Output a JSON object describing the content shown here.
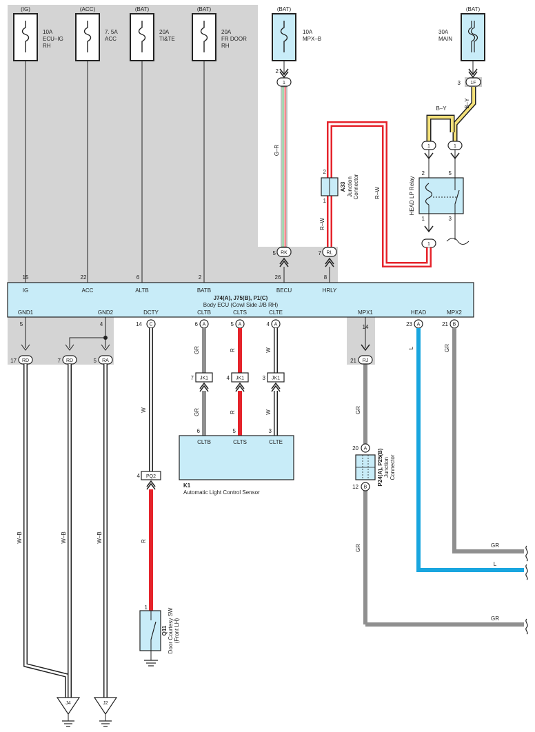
{
  "colors": {
    "shade": "#d4d4d4",
    "box_fill": "#c8ecf8",
    "red": "#e5232b",
    "blue": "#19a6df",
    "gray": "#8f8f8f",
    "yellow": "#f4e17a",
    "green": "#2ea34a"
  },
  "fuses": [
    {
      "source": "(IG)",
      "amp": "10A",
      "name": "ECU–IG",
      "name2": "RH"
    },
    {
      "source": "(ACC)",
      "amp": "7. 5A",
      "name": "ACC",
      "name2": ""
    },
    {
      "source": "(BAT)",
      "amp": "20A",
      "name": "TI&TE",
      "name2": ""
    },
    {
      "source": "(BAT)",
      "amp": "20A",
      "name": "FR DOOR",
      "name2": "RH"
    },
    {
      "source": "(BAT)",
      "amp": "10A",
      "name": "MPX–B",
      "name2": ""
    },
    {
      "source": "(BAT)",
      "amp": "30A",
      "name": "MAIN",
      "name2": ""
    }
  ],
  "ecu": {
    "title": "J74(A), J75(B), P1(C)",
    "subtitle": "Body ECU (Cowl Side J/B RH)",
    "top_terminals": [
      {
        "label": "IG",
        "pin": "15"
      },
      {
        "label": "ACC",
        "pin": "22"
      },
      {
        "label": "ALTB",
        "pin": "6"
      },
      {
        "label": "BATB",
        "pin": "2"
      },
      {
        "label": "BECU",
        "pin": "26"
      },
      {
        "label": "HRLY",
        "pin": "8"
      }
    ],
    "bottom_terminals": [
      {
        "label": "GND1",
        "pin": "5",
        "conn": ""
      },
      {
        "label": "GND2",
        "pin": "4",
        "conn": ""
      },
      {
        "label": "DCTY",
        "pin": "14",
        "conn": "C"
      },
      {
        "label": "CLTB",
        "pin": "6",
        "conn": "A"
      },
      {
        "label": "CLTS",
        "pin": "5",
        "conn": "A"
      },
      {
        "label": "CLTE",
        "pin": "4",
        "conn": "A"
      },
      {
        "label": "MPX1",
        "pin": "14",
        "conn": ""
      },
      {
        "label": "HEAD",
        "pin": "23",
        "conn": "A"
      },
      {
        "label": "MPX2",
        "pin": "21",
        "conn": "B"
      }
    ]
  },
  "connectors": {
    "c1_fuse5": {
      "pin": "2",
      "id": "1"
    },
    "c1f": {
      "pin": "3",
      "id": "1F"
    },
    "relay_in1": {
      "pin": "",
      "id": "1"
    },
    "relay_in2": {
      "pin": "",
      "id": "1"
    },
    "relay_out": {
      "pin": "",
      "id": "1"
    },
    "rk": {
      "pin": "5",
      "id": "RK"
    },
    "rl": {
      "pin": "7",
      "id": "RL"
    },
    "rd1": {
      "pin": "17",
      "id": "RD"
    },
    "rd2": {
      "pin": "7",
      "id": "RD"
    },
    "ra": {
      "pin": "5",
      "id": "RA"
    },
    "rj": {
      "pin": "21",
      "id": "RJ"
    },
    "pq2": {
      "pin": "4",
      "id": "PQ2"
    },
    "jk1a": {
      "pin": "7",
      "id": "JK1"
    },
    "jk1b": {
      "pin": "4",
      "id": "JK1"
    },
    "jk1c": {
      "pin": "3",
      "id": "JK1"
    },
    "p24_top": {
      "pin": "20",
      "id": "A"
    },
    "p24_bot": {
      "pin": "12",
      "id": "B"
    }
  },
  "wires": {
    "g_r": "G–R",
    "r_w1": "R–W",
    "r_w2": "R–W",
    "b_y1": "B–Y",
    "b_y2": "B–Y",
    "gr_cltb1": "GR",
    "gr_cltb2": "GR",
    "r_clts1": "R",
    "r_clts2": "R",
    "w_clte1": "W",
    "w_clte2": "W",
    "w_dcty": "W",
    "r_dcty": "R",
    "wb1": "W–B",
    "wb2": "W–B",
    "wb3": "W–B",
    "l_head": "L",
    "gr_mpx2": "GR",
    "gr_mpx1a": "GR",
    "gr_mpx1b": "GR",
    "out_gr1": "GR",
    "out_l": "L",
    "out_gr2": "GR"
  },
  "junction_a33": {
    "id": "A33",
    "label": "Junction",
    "label2": "Connector",
    "pin_top": "2",
    "pin_bot": "1"
  },
  "relay": {
    "label": "HEAD LP Relay",
    "pins": [
      "2",
      "5",
      "1",
      "3"
    ]
  },
  "sensor": {
    "id": "K1",
    "name": "Automatic Light Control Sensor",
    "terminals": [
      {
        "label": "CLTB",
        "pin": "6"
      },
      {
        "label": "CLTS",
        "pin": "5"
      },
      {
        "label": "CLTE",
        "pin": "3"
      }
    ]
  },
  "p24": {
    "id": "P24(A), P25(B)",
    "label": "Junction",
    "label2": "Connector"
  },
  "switch": {
    "id": "Q11",
    "label": "Door Courtesy SW",
    "label2": "(Front LH)",
    "pin": "1"
  },
  "grounds": [
    {
      "id": "J4"
    },
    {
      "id": "J2"
    }
  ]
}
